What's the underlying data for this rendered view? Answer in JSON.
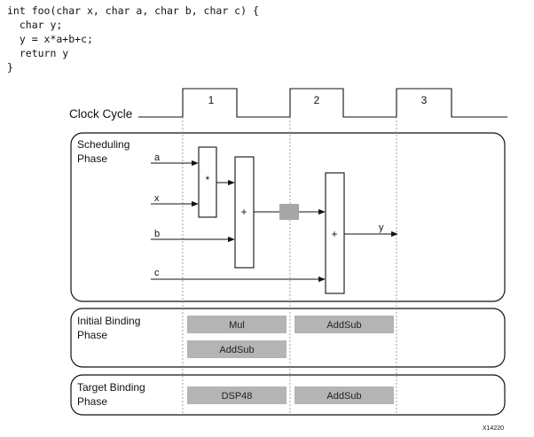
{
  "code": {
    "lines": [
      "int foo(char x, char a, char b, char c) {",
      "  char y;",
      "  y = x*a+b+c;",
      "  return y",
      "}"
    ]
  },
  "clock": {
    "label": "Clock Cycle",
    "cycles": [
      "1",
      "2",
      "3"
    ]
  },
  "scheduling": {
    "title_line1": "Scheduling",
    "title_line2": "Phase",
    "inputs": {
      "a": "a",
      "x": "x",
      "b": "b",
      "c": "c"
    },
    "mul_symbol": "*",
    "add1_symbol": "+",
    "add2_symbol": "+",
    "output": "y"
  },
  "initial_binding": {
    "title_line1": "Initial Binding",
    "title_line2": "Phase",
    "resources": [
      "Mul",
      "AddSub",
      "AddSub"
    ]
  },
  "target_binding": {
    "title_line1": "Target Binding",
    "title_line2": "Phase",
    "resources": [
      "DSP48",
      "AddSub"
    ]
  },
  "figure_id": "X14220"
}
